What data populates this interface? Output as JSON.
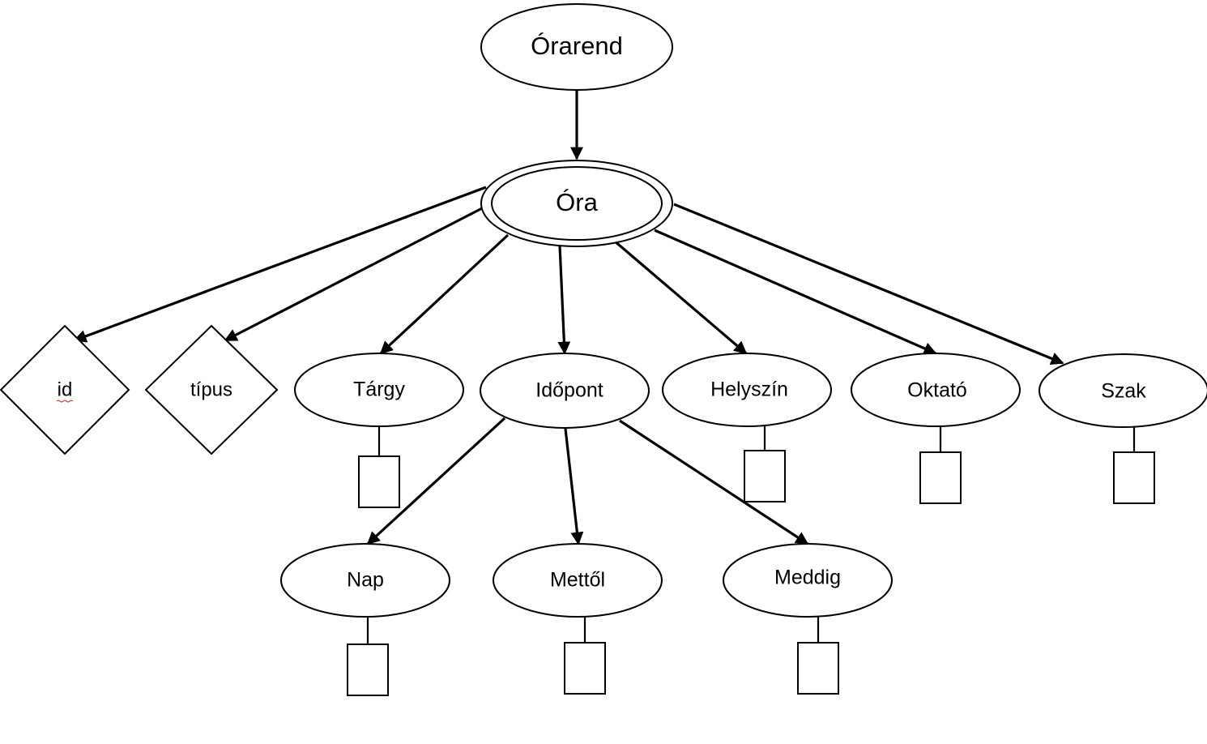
{
  "diagram": {
    "root": "Órarend",
    "entity": "Óra",
    "attributes": {
      "id": "id",
      "tipus": "típus",
      "targy": "Tárgy",
      "idopont": "Időpont",
      "helyszin": "Helyszín",
      "oktato": "Oktató",
      "szak": "Szak"
    },
    "sub_attributes": {
      "nap": "Nap",
      "mettol": "Mettől",
      "meddig": "Meddig"
    }
  }
}
